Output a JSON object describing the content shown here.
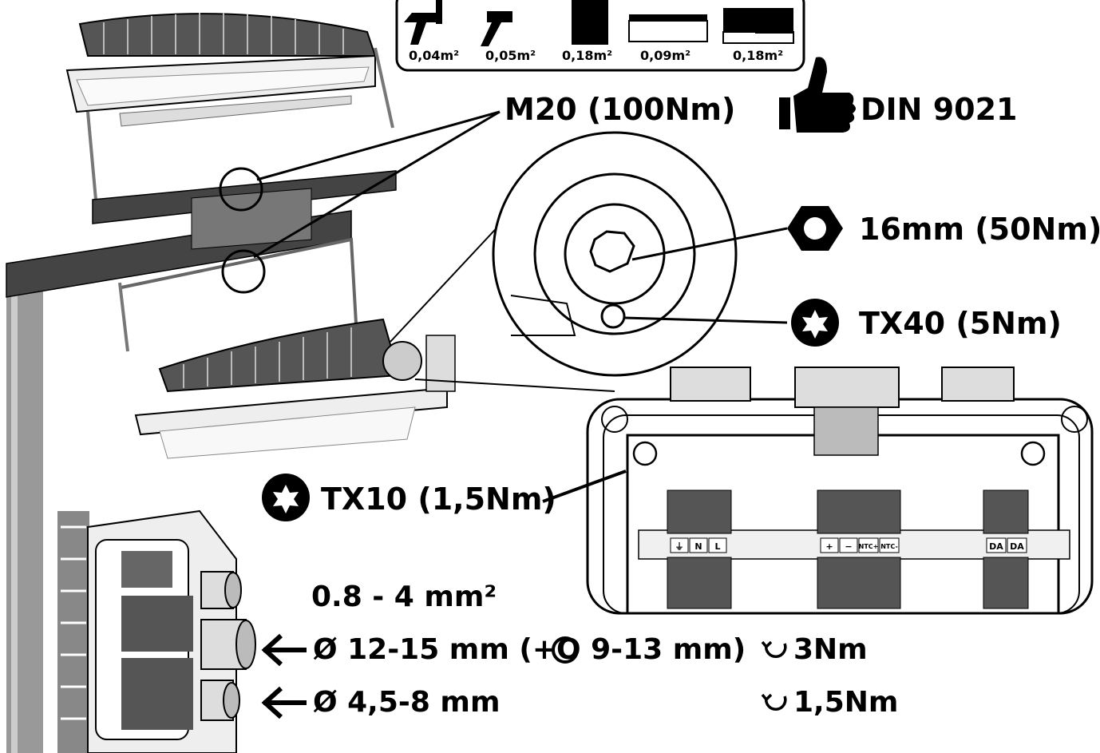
{
  "areas": [
    "0,04m²",
    "0,05m²",
    "0,18m²",
    "0,09m²",
    "0,18m²"
  ],
  "labels": {
    "bolt": "M20 (100Nm)",
    "din": "DIN 9021",
    "hex": "16mm (50Nm)",
    "tx40": "TX40 (5Nm)",
    "tx10": "TX10 (1,5Nm)",
    "wire": "0.8 - 4 mm²",
    "gland_large": "Ø 12-15 mm (+O  9-13 mm)",
    "gland_small": "Ø 4,5-8 mm",
    "torque_large": "3Nm",
    "torque_small": "1,5Nm",
    "arrow": "←",
    "rotate": "↻"
  },
  "terminals": {
    "group1": [
      "⏚",
      "N",
      "L"
    ],
    "group2": [
      "+",
      "−",
      "NTC+",
      "NTC-"
    ],
    "group3": [
      "DA",
      "DA"
    ]
  },
  "icons": [
    "hex-nut-icon",
    "torx-icon",
    "thumbs-up-icon",
    "washer-icon",
    "arrow-left-icon",
    "rotate-icon"
  ]
}
